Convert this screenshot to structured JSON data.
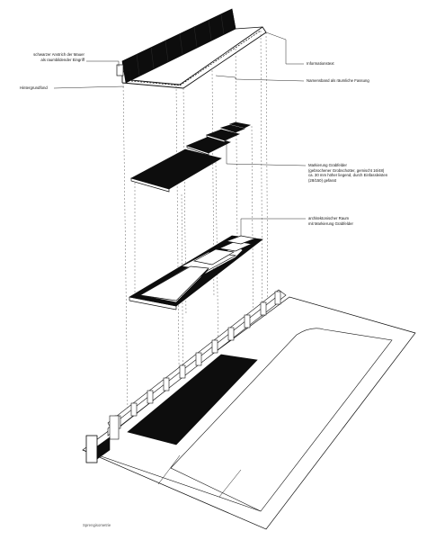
{
  "labels": {
    "wall_paint": "schwarzer Anstrich der Mauer\nals raumbildender Eingriff",
    "background_ground": "Hintergrundfond",
    "info_board": "Informationstext",
    "name_band": "Namensband als räumliche Fassung",
    "grave_marking": "Markierung Grabfelder\n(gebrochener Grobschotter, gemischt 16/48)\nca. 30 mm höher liegend, durch Einfassleisten\n(28/150) gefasst",
    "architectural_space": "architektonischer Raum\nmit Markierung Grabfelder",
    "caption": "Sprengisometrie"
  },
  "colors": {
    "ink": "#111111",
    "fill": "#0d0d0d",
    "paper": "#ffffff"
  }
}
